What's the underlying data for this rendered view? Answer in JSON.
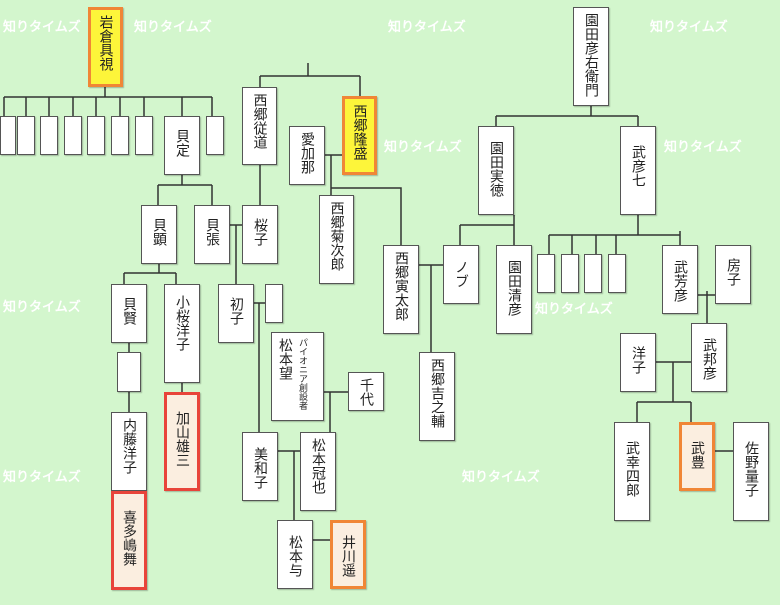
{
  "watermark": "知りタイムズ",
  "people": {
    "iwakura_tomomi": "岩倉具視",
    "tomosada": "貝定",
    "tomoaki": "貝顕",
    "tomohari": "貝張",
    "tomokata": "貝賢",
    "koizakura_yoko": "小桜洋子",
    "naito_yoko": "内藤洋子",
    "kitajima_mai": "喜多嶋舞",
    "kayama_yuzo": "加山雄三",
    "saigo_tsugumichi": "西郷従道",
    "saigo_takamori": "西郷隆盛",
    "aikana": "愛加那",
    "saigo_kikujiro": "西郷菊次郎",
    "sakurako": "桜子",
    "hatsuko": "初子",
    "matsumoto_nozomu": "松本望",
    "pioneer_founder": "パイオニア創設者",
    "chiyo": "千代",
    "miwako": "美和子",
    "matsumoto_kanya": "松本冠也",
    "matsumoto_tomo": "松本与",
    "ikawa_haruka": "井川遥",
    "sonoda_hikoemon": "園田彦右衛門",
    "sonoda_sanetoku": "園田実徳",
    "take_hikoshichi": "武彦七",
    "saigo_torataro": "西郷寅太郎",
    "nobu": "ノブ",
    "sonoda_kiyohiko": "園田清彦",
    "saigo_kichinosuke": "西郷吉之輔",
    "take_yoshihiko": "武芳彦",
    "fusako": "房子",
    "take_kunihiko": "武邦彦",
    "yoko": "洋子",
    "take_koshiro": "武幸四郎",
    "take_yutaka": "武豊",
    "sano_ryoko": "佐野量子"
  },
  "colors": {
    "background": "#d3f6cd",
    "highlight_yellow": "#fdf53a",
    "highlight_border_orange": "#f08636",
    "highlight_border_red": "#e8443a",
    "highlight_fill": "#fbeee0"
  }
}
